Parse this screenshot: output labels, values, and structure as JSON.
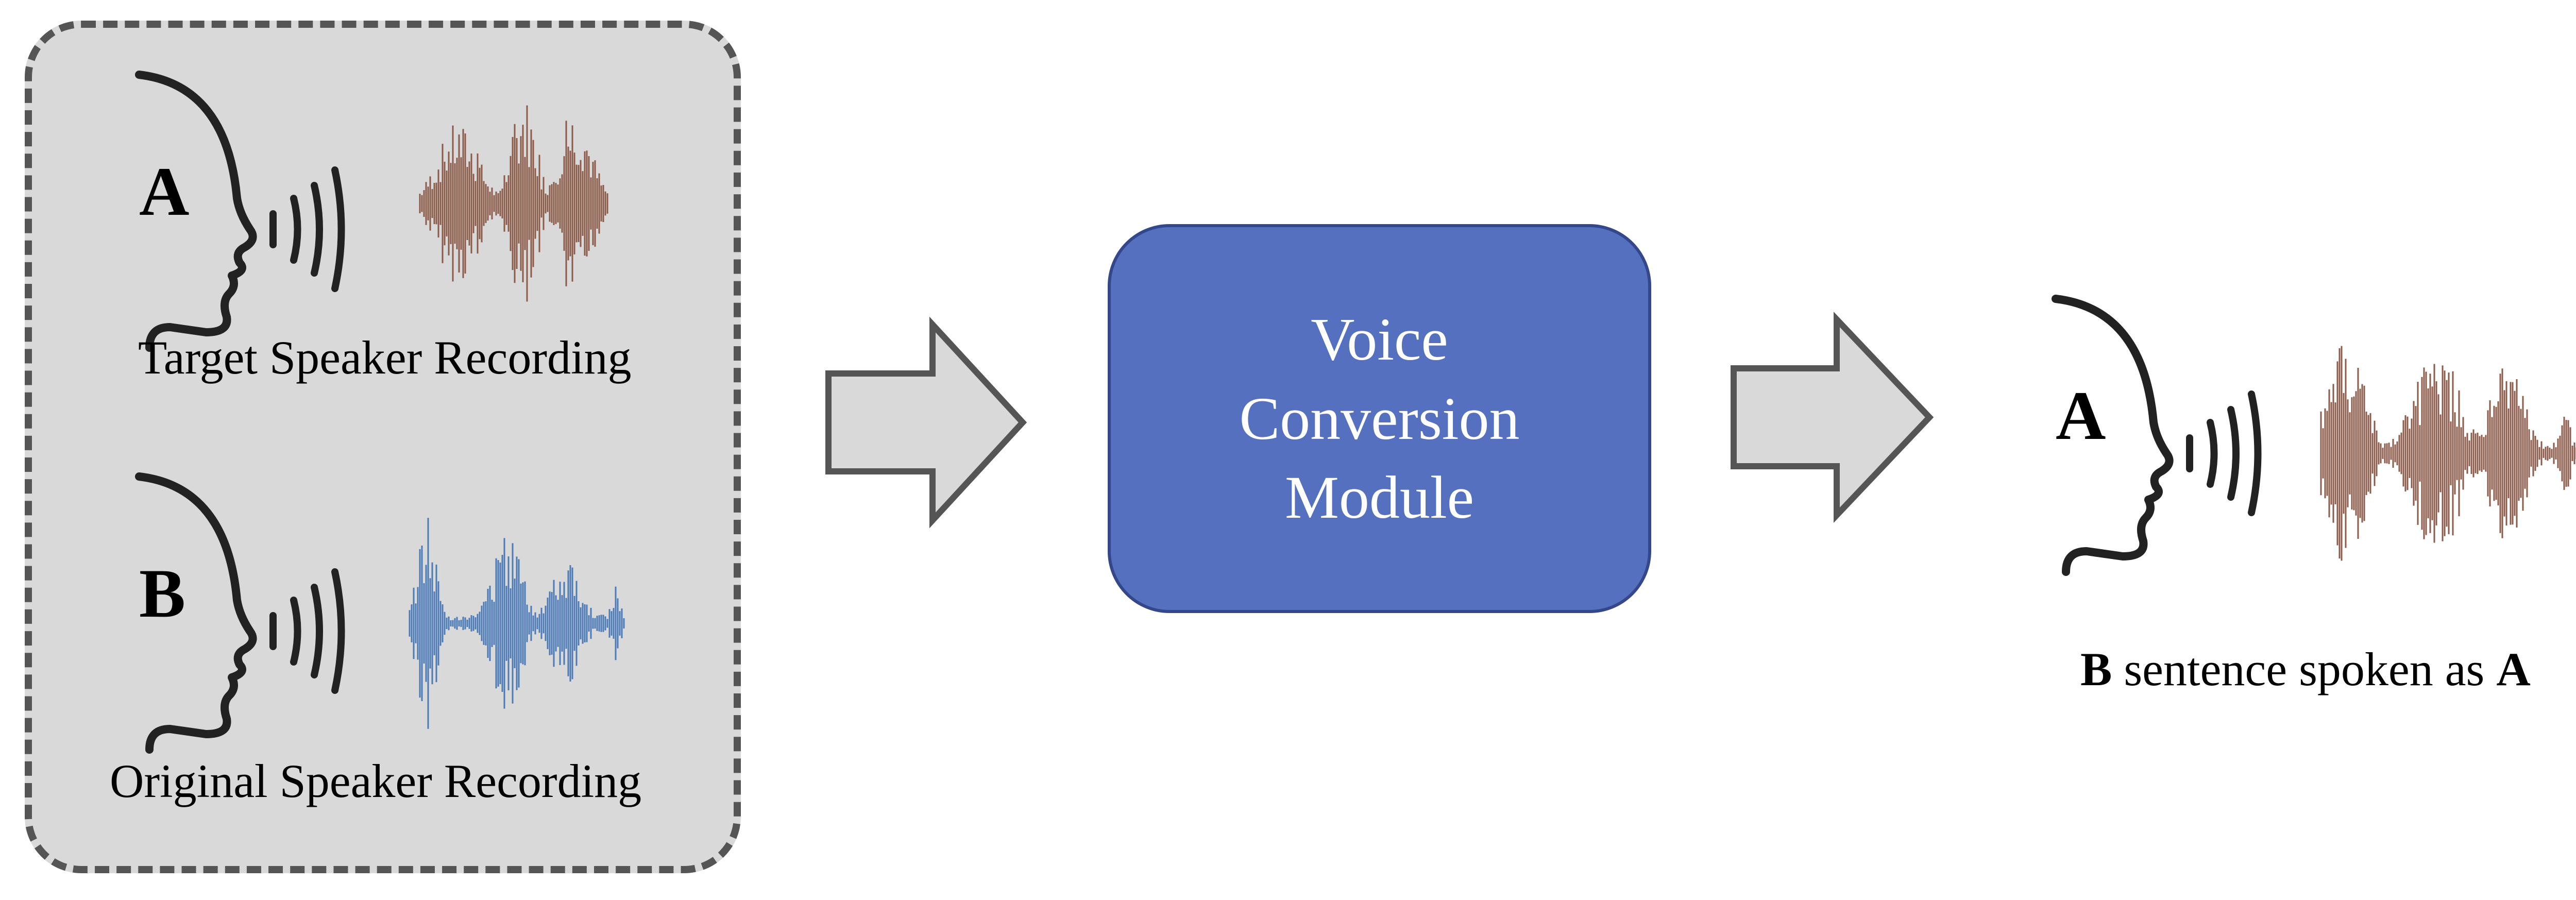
{
  "inputs": {
    "target": {
      "speaker": "A",
      "caption": "Target Speaker Recording",
      "waveform_color": "#8b5a48"
    },
    "original": {
      "speaker": "B",
      "caption": "Original Speaker Recording",
      "waveform_color": "#4a7ab8"
    }
  },
  "module": {
    "lines": [
      "Voice",
      "Conversion",
      "Module"
    ],
    "color": "#5670c0"
  },
  "output": {
    "speaker": "A",
    "caption": {
      "source": "B",
      "middle": " sentence spoken as ",
      "target": "A"
    },
    "waveform_color": "#8b5a48"
  },
  "arrow_color": "#d9d9d9",
  "head_icon": "speaking-head-icon",
  "sound_icon": "sound-waves-icon",
  "waveform_icon": "audio-waveform-icon"
}
